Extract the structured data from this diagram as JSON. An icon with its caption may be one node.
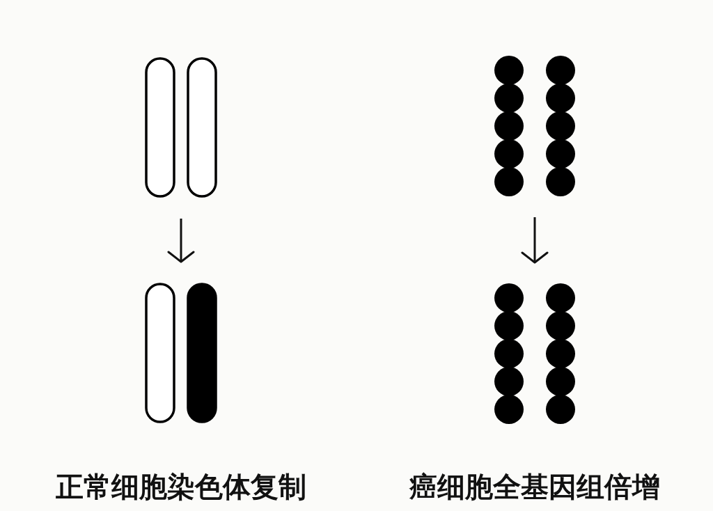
{
  "diagram": {
    "nodes": [
      {
        "text": [],
        "shape": "bar"
      },
      {
        "text": [],
        "shape": "bar"
      },
      {
        "text": [],
        "shape": "circle"
      },
      {
        "text": [],
        "shape": "circle"
      }
    ],
    "edges": [
      {
        "from": 0,
        "to": 1,
        "arrow": "to"
      },
      {
        "from": 2,
        "to": 3,
        "arrow": "to"
      }
    ],
    "labels": [
      "正常细胞染色体复制",
      "癌细胞全基因组倍增"
    ]
  }
}
